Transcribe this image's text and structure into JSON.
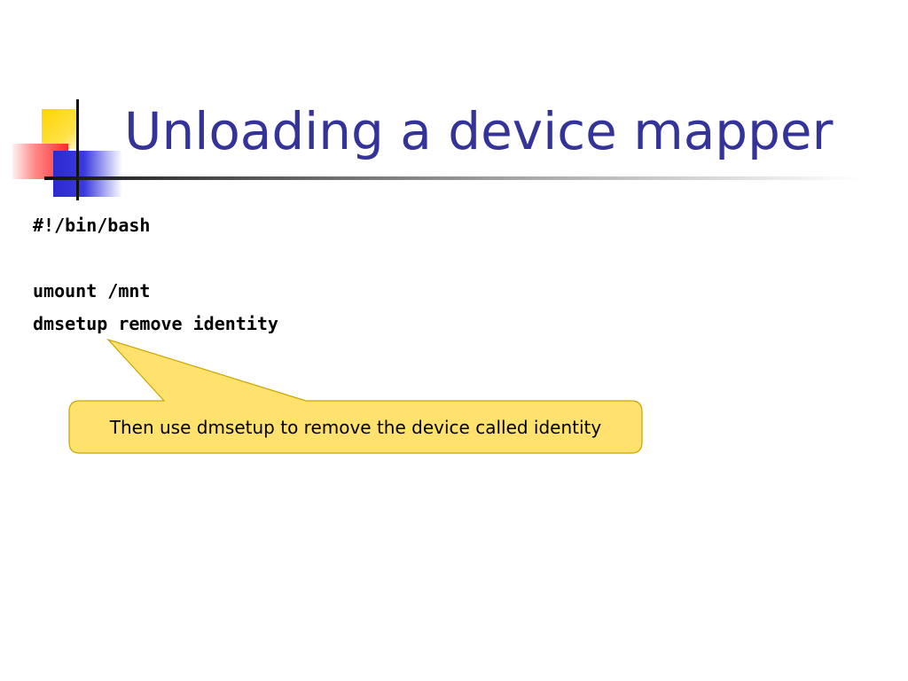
{
  "slide": {
    "title": "Unloading a device mapper",
    "code_lines": [
      "#!/bin/bash",
      "",
      "umount /mnt",
      "dmsetup remove identity"
    ],
    "callout": {
      "text": "Then use dmsetup to remove the device called identity"
    },
    "colors": {
      "title": "#333399",
      "callout_fill": "#ffe26e",
      "callout_border": "#c9a400",
      "logo_yellow": "#ffd500",
      "logo_red": "#ff2a2a",
      "logo_blue": "#2a2ad0"
    }
  }
}
